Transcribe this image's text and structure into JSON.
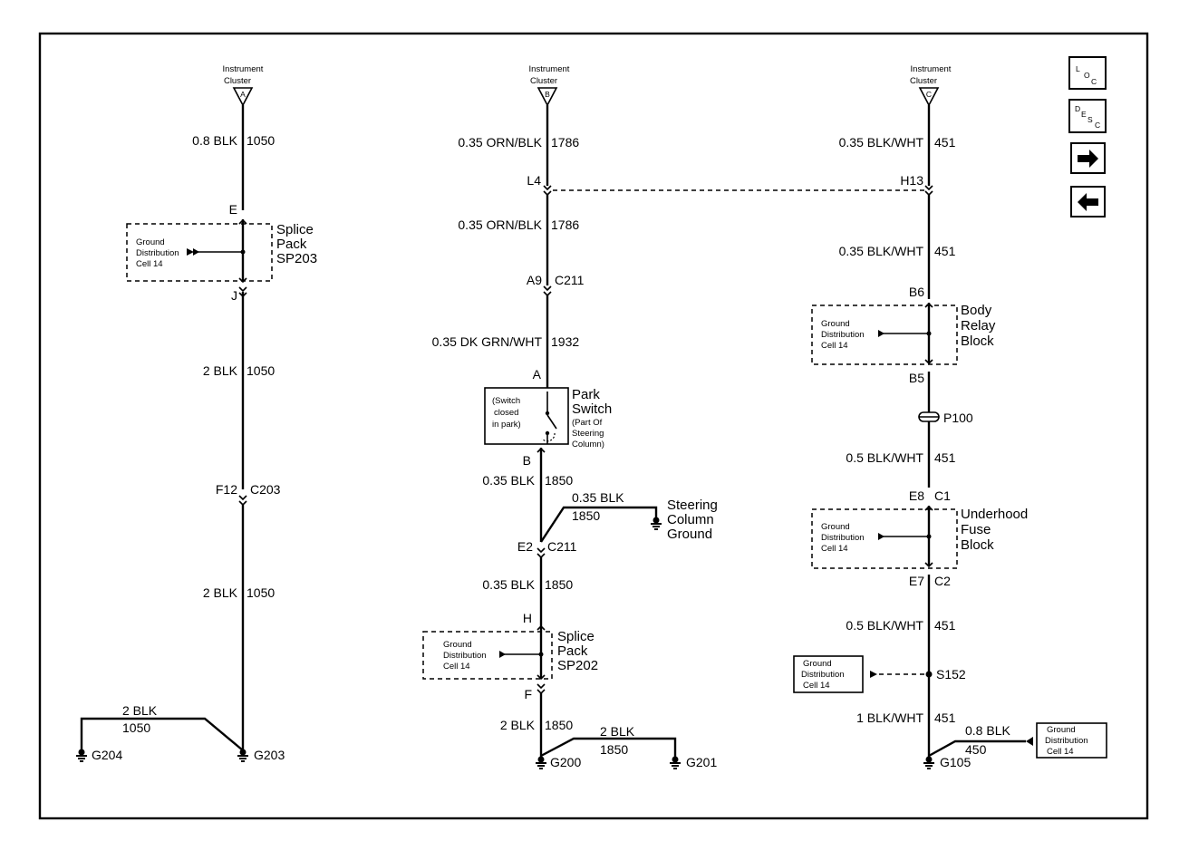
{
  "instrument_cluster": {
    "label_line1": "Instrument",
    "label_line2": "Cluster",
    "pin_a": "A",
    "pin_b": "B",
    "pin_c": "C"
  },
  "ground_dist": {
    "line1": "Ground",
    "line2": "Distribution",
    "line3": "Cell 14"
  },
  "left": {
    "wire1_spec": "0.8 BLK",
    "wire1_circuit": "1050",
    "sp_top_pin": "E",
    "sp_bottom_pin": "J",
    "splice_line1": "Splice",
    "splice_line2": "Pack",
    "splice_line3": "SP203",
    "wire2_spec": "2 BLK",
    "wire2_circuit": "1050",
    "conn_pin": "F12",
    "conn_name": "C203",
    "wire3_spec": "2 BLK",
    "wire3_circuit": "1050",
    "branch_spec": "2 BLK",
    "branch_circuit": "1050",
    "ground_left": "G204",
    "ground_main": "G203"
  },
  "middle": {
    "wire1_spec": "0.35 ORN/BLK",
    "wire1_circuit": "1786",
    "conn1_pin": "L4",
    "wire2_spec": "0.35 ORN/BLK",
    "wire2_circuit": "1786",
    "conn2_pin": "A9",
    "conn2_name": "C211",
    "wire3_spec": "0.35 DK GRN/WHT",
    "wire3_circuit": "1932",
    "switch_top_pin": "A",
    "switch_note_line1": "(Switch",
    "switch_note_line2": "closed",
    "switch_note_line3": "in park)",
    "switch_line1": "Park",
    "switch_line2": "Switch",
    "switch_part_line1": "(Part Of",
    "switch_part_line2": "Steering",
    "switch_part_line3": "Column)",
    "switch_bottom_pin": "B",
    "wire4_spec": "0.35 BLK",
    "wire4_circuit": "1850",
    "branch_spec": "0.35 BLK",
    "branch_circuit": "1850",
    "sc_ground_line1": "Steering",
    "sc_ground_line2": "Column",
    "sc_ground_line3": "Ground",
    "conn3_pin": "E2",
    "conn3_name": "C211",
    "wire5_spec": "0.35 BLK",
    "wire5_circuit": "1850",
    "sp_top_pin": "H",
    "sp_bottom_pin": "F",
    "splice_line1": "Splice",
    "splice_line2": "Pack",
    "splice_line3": "SP202",
    "wire6_spec": "2 BLK",
    "wire6_circuit": "1850",
    "branch2_spec": "2 BLK",
    "branch2_circuit": "1850",
    "ground_main": "G200",
    "ground_right": "G201"
  },
  "right": {
    "wire1_spec": "0.35 BLK/WHT",
    "wire1_circuit": "451",
    "conn1_pin": "H13",
    "wire2_spec": "0.35 BLK/WHT",
    "wire2_circuit": "451",
    "brb_top_pin": "B6",
    "brb_line1": "Body",
    "brb_line2": "Relay",
    "brb_line3": "Block",
    "brb_bottom_pin": "B5",
    "pass_through": "P100",
    "wire3_spec": "0.5 BLK/WHT",
    "wire3_circuit": "451",
    "ufb_top_pin": "E8",
    "ufb_top_conn": "C1",
    "ufb_line1": "Underhood",
    "ufb_line2": "Fuse",
    "ufb_line3": "Block",
    "ufb_bottom_pin": "E7",
    "ufb_bottom_conn": "C2",
    "wire4_spec": "0.5 BLK/WHT",
    "wire4_circuit": "451",
    "splice_name": "S152",
    "wire5_spec": "1 BLK/WHT",
    "wire5_circuit": "451",
    "branch_spec": "0.8 BLK",
    "branch_circuit": "450",
    "ground_main": "G105"
  },
  "nav": {
    "loc_l": "L",
    "loc_o": "O",
    "loc_c": "C",
    "desc_d": "D",
    "desc_e": "E",
    "desc_s": "S",
    "desc_c": "C",
    "next_icon": "arrow-right",
    "prev_icon": "arrow-left"
  }
}
